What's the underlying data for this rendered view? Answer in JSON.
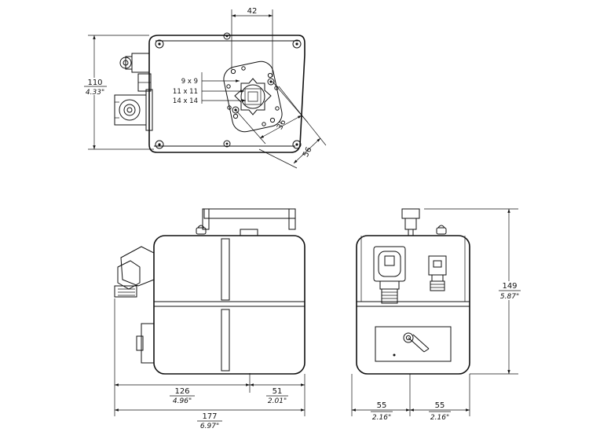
{
  "top_view": {
    "dim_width_mm": "42",
    "dim_height_mm": "110",
    "dim_height_in": "4.33\"",
    "socket_sizes": [
      "9 x 9",
      "11 x 11",
      "14 x 14"
    ],
    "dim_inner": "36",
    "dim_outer": "56"
  },
  "front_view": {
    "dim_left_mm": "126",
    "dim_left_in": "4.96\"",
    "dim_right_mm": "51",
    "dim_right_in": "2.01\"",
    "dim_total_mm": "177",
    "dim_total_in": "6.97\""
  },
  "side_view": {
    "dim_height_mm": "149",
    "dim_height_in": "5.87\"",
    "dim_half_left_mm": "55",
    "dim_half_left_in": "2.16\"",
    "dim_half_right_mm": "55",
    "dim_half_right_in": "2.16\""
  }
}
